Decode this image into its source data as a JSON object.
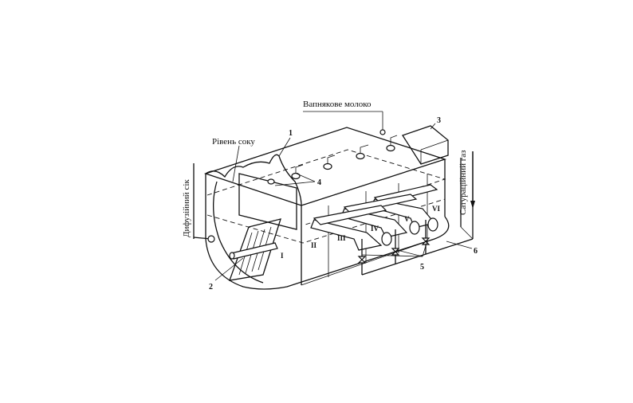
{
  "labels": {
    "lime_milk": "Вапнякове молоко",
    "juice_level": "Рівень соку",
    "diffusion_juice": "Дифузійний сік",
    "saturation_gas": "Сатураційний газ"
  },
  "callouts": [
    "1",
    "2",
    "3",
    "4",
    "5",
    "6"
  ],
  "zones": [
    "I",
    "II",
    "III",
    "IV",
    "V",
    "VI"
  ]
}
